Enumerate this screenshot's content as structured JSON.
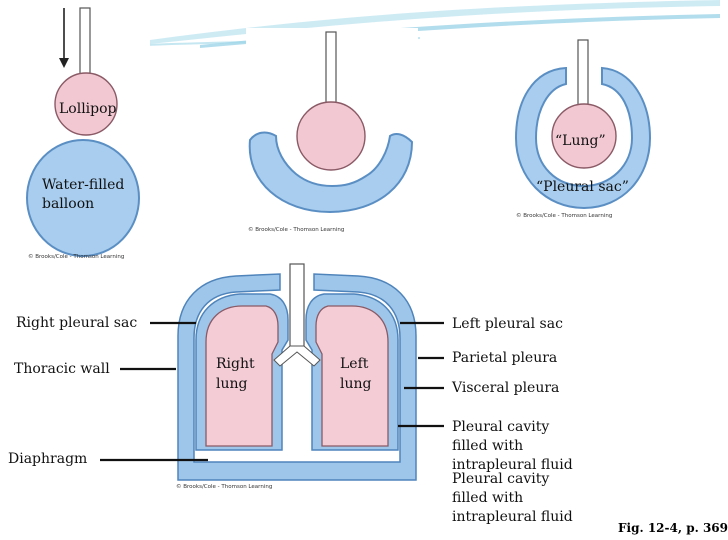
{
  "top_left_panel": {
    "lollipop_label": "Lollipop",
    "balloon_label_line1": "Water-filled",
    "balloon_label_line2": "balloon",
    "credit": "© Brooks/Cole - Thomson Learning"
  },
  "top_center_panel": {
    "credit": "© Brooks/Cole - Thomson Learning"
  },
  "top_right_panel": {
    "lung_label": "“Lung”",
    "pleural_sac_label": "“Pleural sac”",
    "credit": "© Brooks/Cole - Thomson Learning"
  },
  "lungs_diagram": {
    "right_lung_line1": "Right",
    "right_lung_line2": "lung",
    "left_lung_line1": "Left",
    "left_lung_line2": "lung",
    "credit": "© Brooks/Cole - Thomson Learning"
  },
  "callouts": {
    "right_pleural_sac": "Right pleural sac",
    "thoracic_wall": "Thoracic wall",
    "diaphragm": "Diaphragm",
    "left_pleural_sac": "Left pleural sac",
    "parietal_pleura": "Parietal pleura",
    "visceral_pleura": "Visceral pleura",
    "pleural_cavity_1_line1": "Pleural cavity",
    "pleural_cavity_1_line2": "filled with",
    "pleural_cavity_1_line3": "intrapleural fluid",
    "pleural_cavity_2_line1": "Pleural cavity",
    "pleural_cavity_2_line2": "filled with",
    "pleural_cavity_2_line3": "intrapleural fluid"
  },
  "figure_ref": "Fig. 12-4, p. 369",
  "colors": {
    "balloon_blue": "#a8cdee",
    "balloon_stroke": "#5b8fc4",
    "lollipop_pink": "#f2c9d3",
    "lollipop_stroke": "#8a5a66",
    "tissue_blue": "#9ec6ea",
    "lung_pink": "#f3ccd6"
  }
}
